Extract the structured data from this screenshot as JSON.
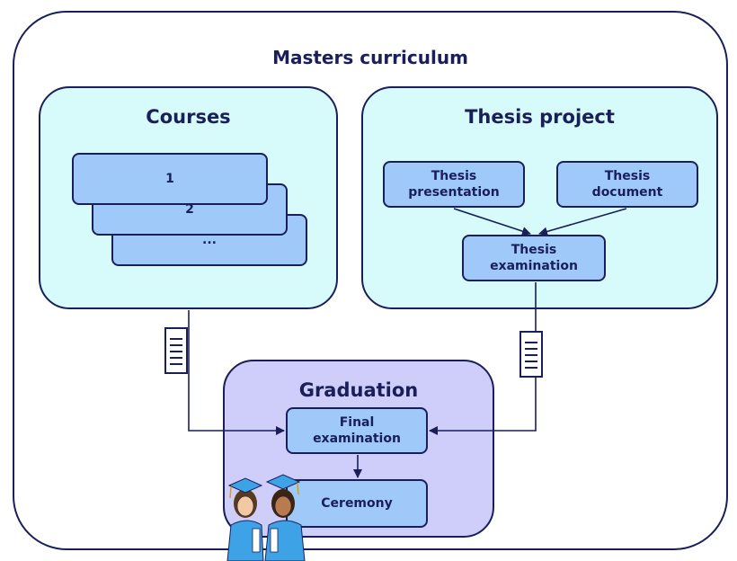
{
  "diagram": {
    "title": "Masters curriculum",
    "courses": {
      "title": "Courses",
      "cards": [
        "1",
        "2",
        "..."
      ]
    },
    "thesis": {
      "title": "Thesis project",
      "presentation": [
        "Thesis",
        "presentation"
      ],
      "document": [
        "Thesis",
        "document"
      ],
      "examination": [
        "Thesis",
        "examination"
      ]
    },
    "graduation": {
      "title": "Graduation",
      "final_exam": [
        "Final",
        "examination"
      ],
      "ceremony": "Ceremony"
    },
    "colors": {
      "outline": "#1a1f5a",
      "group_fill": "#d7fbfb",
      "graduation_fill": "#cfcdfa",
      "box_fill": "#9ec9f8"
    },
    "icons": [
      "document-icon",
      "document-icon",
      "graduates-clipart"
    ]
  }
}
